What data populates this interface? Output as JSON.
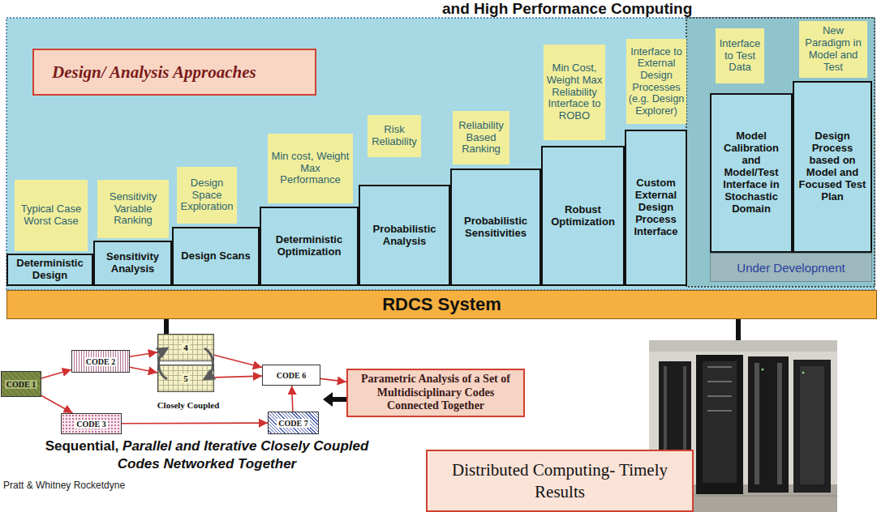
{
  "diagram": {
    "title": "and High Performance Computing",
    "nodes": [
      {
        "text": [
          "Design/ Analysis Approaches"
        ]
      },
      {
        "text": [
          "Typical Case Worst Case"
        ]
      },
      {
        "text": [
          "Deterministic Design"
        ]
      },
      {
        "text": [
          "Sensitivity Variable Ranking"
        ]
      },
      {
        "text": [
          "Sensitivity Analysis"
        ]
      },
      {
        "text": [
          "Design Space Exploration"
        ]
      },
      {
        "text": [
          "Design Scans"
        ]
      },
      {
        "text": [
          "Min cost, Weight Max Performance"
        ]
      },
      {
        "text": [
          "Deterministic Optimization"
        ]
      },
      {
        "text": [
          "Risk Reliability"
        ]
      },
      {
        "text": [
          "Probabilistic Analysis"
        ]
      },
      {
        "text": [
          "Reliability Based Ranking"
        ]
      },
      {
        "text": [
          "Probabilistic Sensitivities"
        ]
      },
      {
        "text": [
          "Min Cost, Weight Max Reliability Interface to ROBO"
        ]
      },
      {
        "text": [
          "Robust Optimization"
        ]
      },
      {
        "text": [
          "Interface to External Design Processes (e.g. Design Explorer)"
        ]
      },
      {
        "text": [
          "Custom External Design Process Interface"
        ]
      },
      {
        "text": [
          "Interface to Test Data"
        ]
      },
      {
        "text": [
          "Model Calibration and Model/Test Interface in Stochastic Domain"
        ]
      },
      {
        "text": [
          "New Paradigm in Model and Test"
        ]
      },
      {
        "text": [
          "Design Process based on Model and Focused Test Plan"
        ]
      },
      {
        "text": [
          "Under Development"
        ]
      },
      {
        "text": [
          "RDCS System"
        ]
      },
      {
        "text": [
          "CODE 1"
        ]
      },
      {
        "text": [
          "CODE 2"
        ]
      },
      {
        "text": [
          "Closely Coupled"
        ]
      },
      {
        "text": [
          "4"
        ],
        "in": 25
      },
      {
        "text": [
          "5"
        ],
        "in": 25
      },
      {
        "text": [
          "CODE 6"
        ]
      },
      {
        "text": [
          "Parametric Analysis of a Set of Multidisciplinary Codes Connected Together"
        ]
      },
      {
        "text": [
          "CODE 3"
        ]
      },
      {
        "text": [
          "CODE 7"
        ]
      },
      {
        "text": [
          "Distributed Computing- Timely Results"
        ]
      }
    ],
    "edges": [
      {
        "from": 23,
        "to": 24,
        "arrow": "to"
      },
      {
        "from": 23,
        "to": 30,
        "arrow": "to"
      },
      {
        "from": 24,
        "to": 26,
        "arrow": "to"
      },
      {
        "from": 24,
        "to": 27,
        "arrow": "to"
      },
      {
        "from": 26,
        "to": 28,
        "arrow": "to"
      },
      {
        "from": 27,
        "to": 28,
        "arrow": "to"
      },
      {
        "from": 30,
        "to": 31,
        "arrow": "to"
      },
      {
        "from": 31,
        "to": 28,
        "arrow": "to"
      },
      {
        "from": 28,
        "to": 29,
        "arrow": "to"
      }
    ],
    "labels": [
      "Sequential,",
      "Parallel and Iterative Closely Coupled Codes Networked Together",
      "Pratt & Whitney Rocketdyne"
    ]
  }
}
